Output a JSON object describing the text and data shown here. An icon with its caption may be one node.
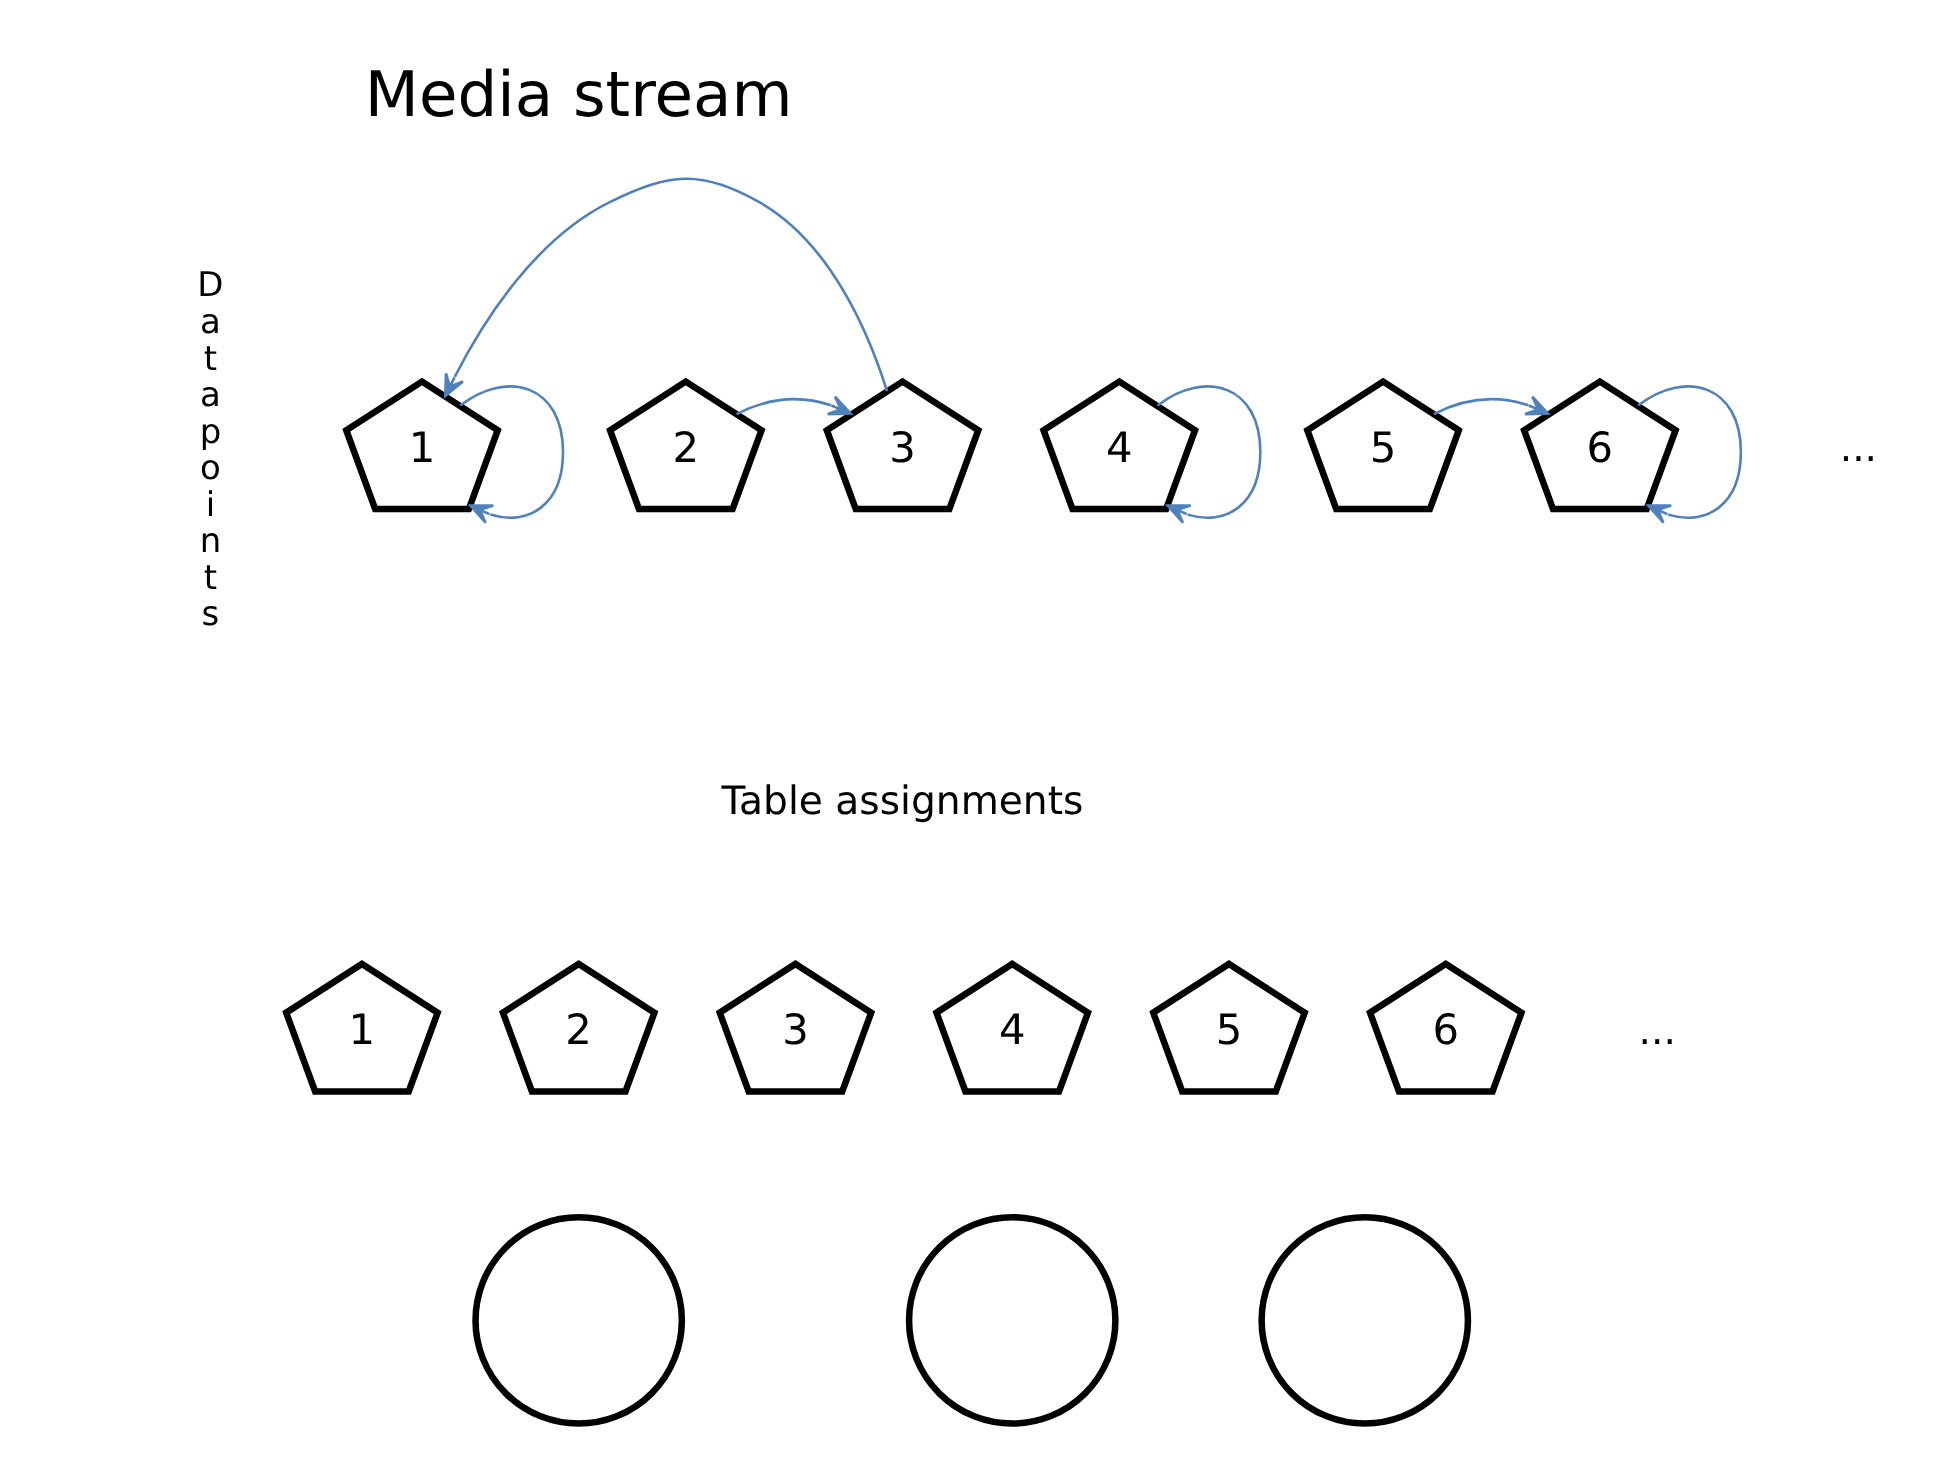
{
  "diagram": {
    "nodes": [
      {
        "text": [
          "1"
        ]
      },
      {
        "text": [
          "2"
        ]
      },
      {
        "text": [
          "3"
        ]
      },
      {
        "text": [
          "4"
        ]
      },
      {
        "text": [
          "5"
        ]
      },
      {
        "text": [
          "6"
        ]
      },
      {
        "text": [
          "1"
        ]
      },
      {
        "text": [
          "2"
        ]
      },
      {
        "text": [],
        "shape": "circle"
      },
      {
        "text": [
          "3"
        ]
      },
      {
        "text": [
          "4"
        ]
      },
      {
        "text": [],
        "shape": "circle"
      },
      {
        "text": [
          "5"
        ]
      },
      {
        "text": [
          "6"
        ]
      },
      {
        "text": [],
        "shape": "circle"
      }
    ],
    "edges": [
      {
        "from": 0,
        "to": 0,
        "arrow": "to"
      },
      {
        "from": 2,
        "to": 0,
        "arrow": "to"
      },
      {
        "from": 1,
        "to": 2,
        "arrow": "to"
      },
      {
        "from": 3,
        "to": 3,
        "arrow": "to"
      },
      {
        "from": 4,
        "to": 5,
        "arrow": "to"
      },
      {
        "from": 5,
        "to": 5,
        "arrow": "to"
      }
    ],
    "labels": [
      "Media stream",
      "Datapoints",
      "...",
      "Table assignments",
      "..."
    ]
  }
}
